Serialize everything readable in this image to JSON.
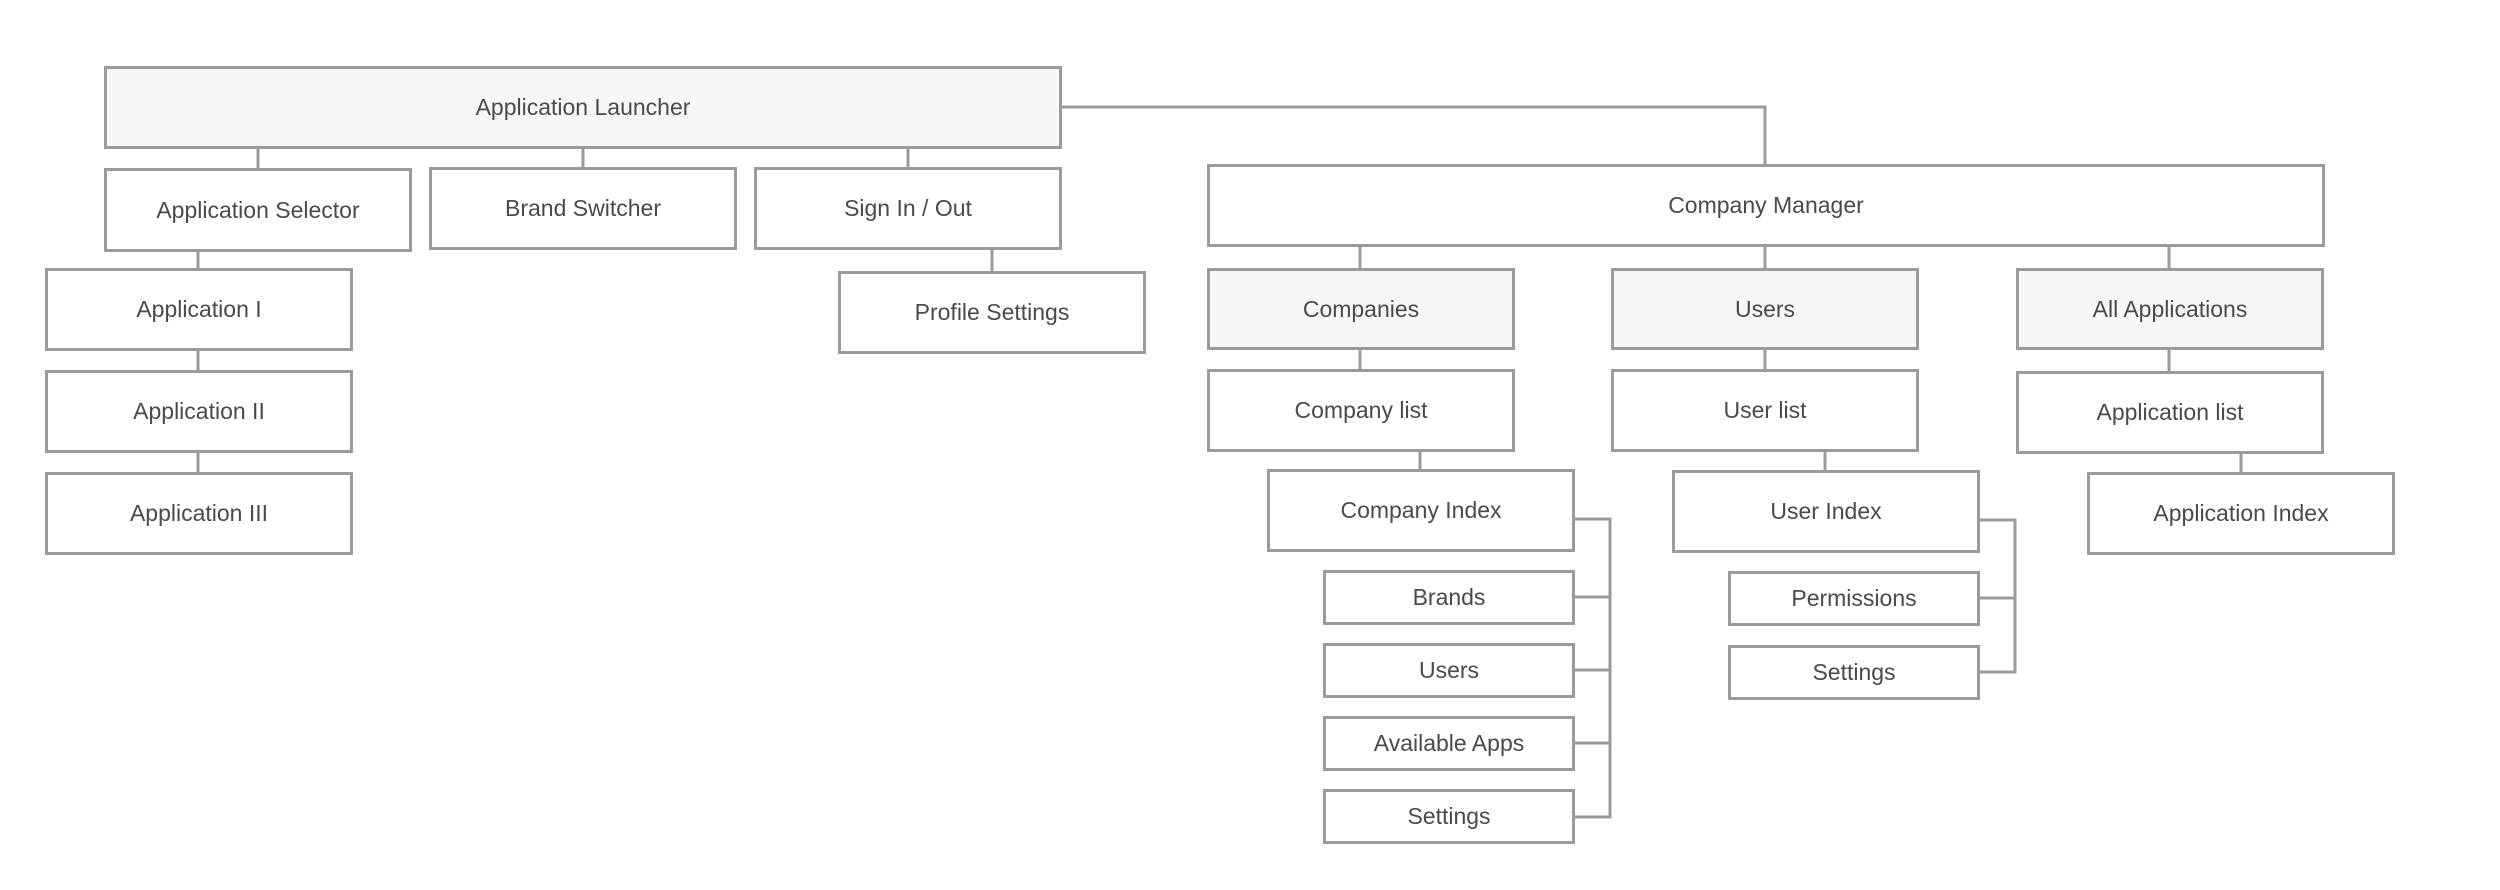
{
  "colors": {
    "border": "#9b9b9b",
    "text": "#4a4a4a",
    "shaded_fill": "#f7f7f7",
    "fill": "#ffffff"
  },
  "nodes": {
    "app_launcher": "Application Launcher",
    "app_selector": "Application Selector",
    "brand_switcher": "Brand Switcher",
    "sign_in_out": "Sign In / Out",
    "profile_settings": "Profile Settings",
    "app_1": "Application I",
    "app_2": "Application II",
    "app_3": "Application III",
    "company_manager": "Company Manager",
    "companies": "Companies",
    "company_list": "Company list",
    "company_index": "Company Index",
    "ci_brands": "Brands",
    "ci_users": "Users",
    "ci_available_apps": "Available Apps",
    "ci_settings": "Settings",
    "users": "Users",
    "user_list": "User list",
    "user_index": "User Index",
    "ui_permissions": "Permissions",
    "ui_settings": "Settings",
    "all_applications": "All Applications",
    "application_list": "Application list",
    "application_index": "Application Index"
  }
}
